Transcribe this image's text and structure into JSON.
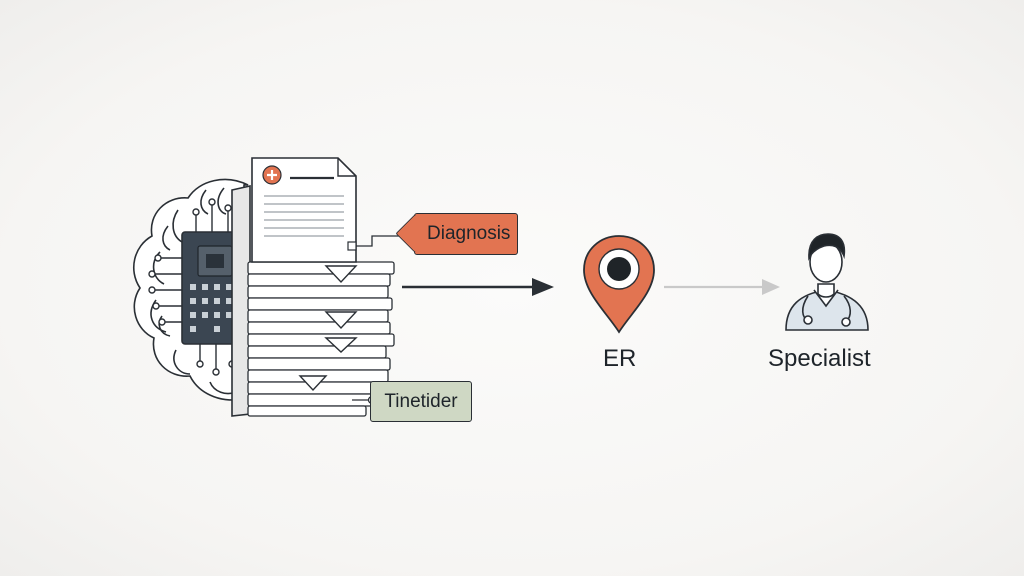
{
  "diagram": {
    "tags": {
      "diagnosis": "Diagnosis",
      "timeline": "Tinetider"
    },
    "nodes": {
      "er": "ER",
      "specialist": "Specialist"
    },
    "colors": {
      "accent_orange": "#e27451",
      "tag_green": "#cfd8c4",
      "chip_dark": "#3b4652",
      "ink": "#2a2f35",
      "arrow_light": "#c9c9c9"
    },
    "icons": [
      "brain-icon",
      "circuit-chip-icon",
      "medical-document-icon",
      "location-pin-icon",
      "doctor-icon"
    ]
  }
}
